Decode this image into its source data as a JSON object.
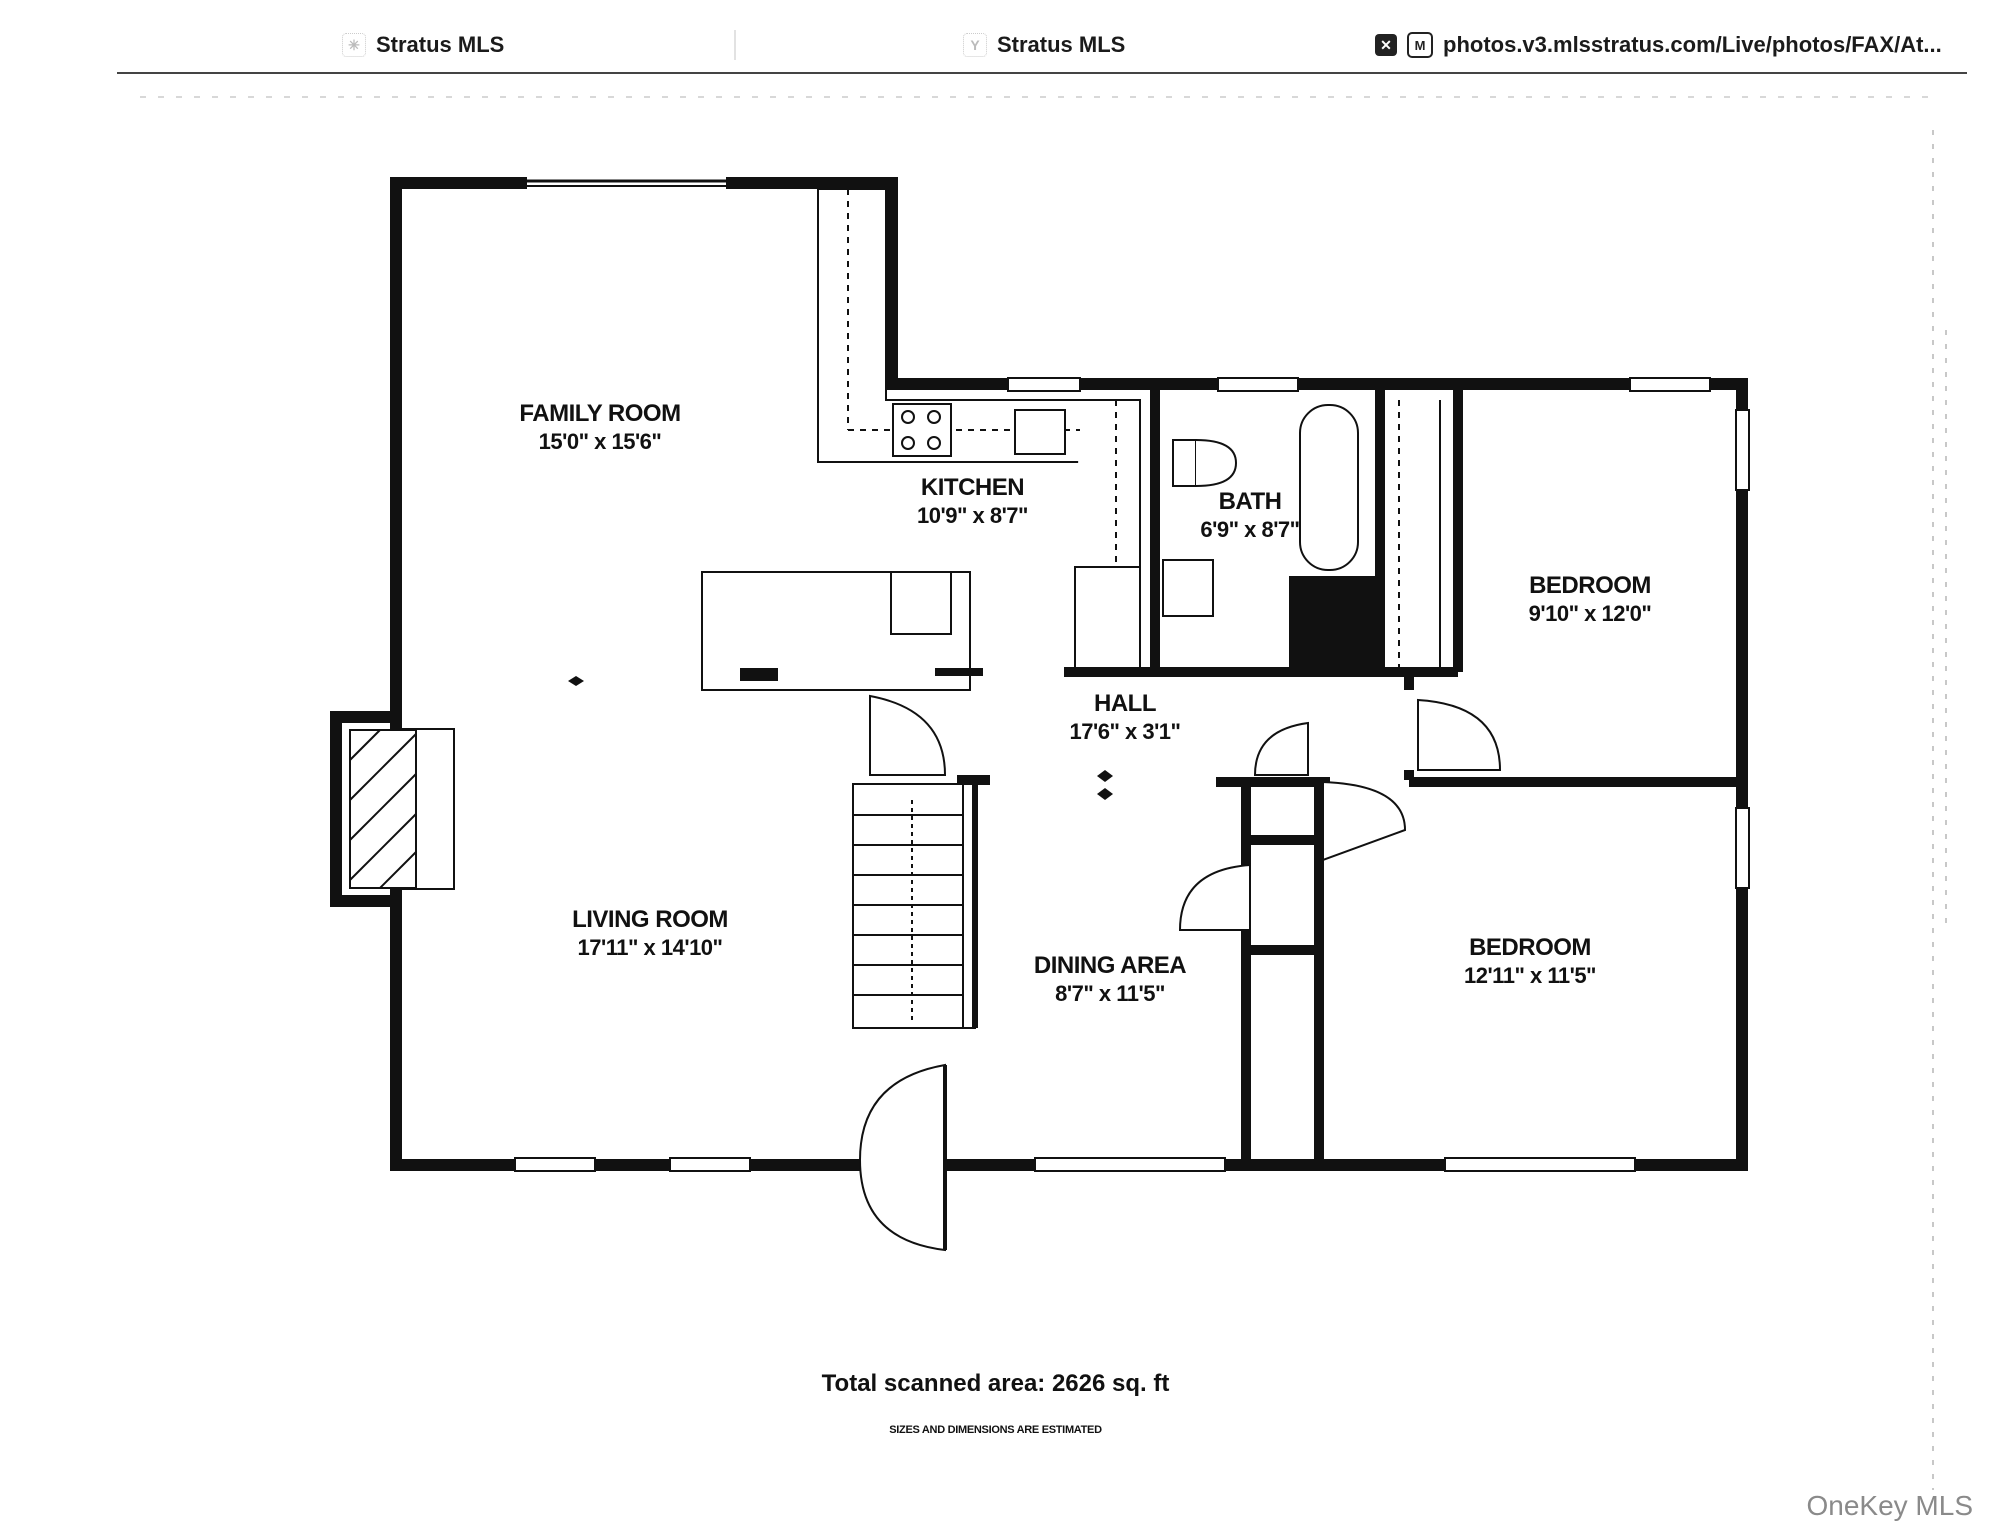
{
  "tabs": [
    {
      "label": "Stratus MLS",
      "icon": "faded-favicon-icon"
    },
    {
      "label": "Stratus MLS",
      "icon": "stratus-favicon-icon"
    },
    {
      "label": "photos.v3.mlsstratus.com/Live/photos/FAX/At...",
      "icon": "m-favicon-icon",
      "close_icon": "close-icon"
    }
  ],
  "floorplan": {
    "rooms": [
      {
        "name": "FAMILY ROOM",
        "dims": "15'0\" x 15'6\""
      },
      {
        "name": "KITCHEN",
        "dims": "10'9\" x 8'7\""
      },
      {
        "name": "BATH",
        "dims": "6'9\" x 8'7\""
      },
      {
        "name": "BEDROOM",
        "dims": "9'10\" x 12'0\""
      },
      {
        "name": "HALL",
        "dims": "17'6\" x 3'1\""
      },
      {
        "name": "LIVING ROOM",
        "dims": "17'11\" x 14'10\""
      },
      {
        "name": "DINING AREA",
        "dims": "8'7\" x 11'5\""
      },
      {
        "name": "BEDROOM",
        "dims": "12'11\" x 11'5\""
      }
    ],
    "total_area": "Total scanned area: 2626 sq. ft",
    "disclaimer": "SIZES AND DIMENSIONS ARE ESTIMATED"
  },
  "watermark": "OneKey MLS",
  "colors": {
    "wall": "#111111",
    "background": "#ffffff",
    "watermark": "#8a8a8a"
  }
}
